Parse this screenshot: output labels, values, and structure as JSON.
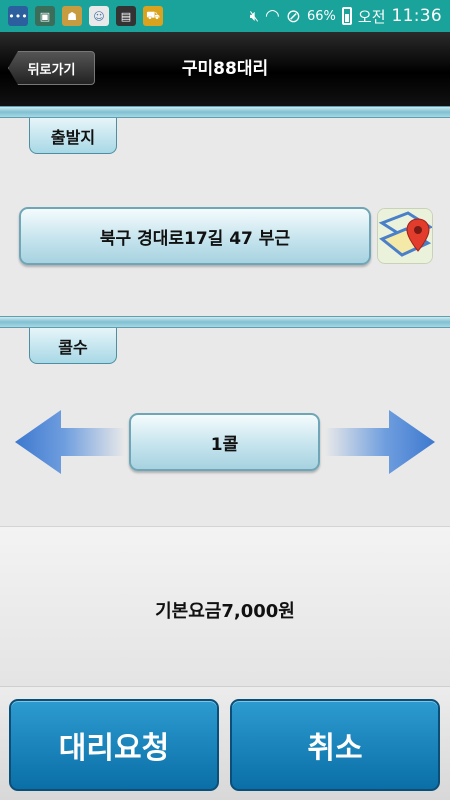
{
  "status_bar": {
    "battery": "66%",
    "am_pm": "오전",
    "time": "11:36",
    "icons": [
      "chat-icon",
      "image-icon",
      "app-icon",
      "baby-icon",
      "app-icon",
      "taxi-icon",
      "mute-icon",
      "wifi-icon",
      "no-sign-icon",
      "battery-icon"
    ]
  },
  "header": {
    "back_label": "뒤로가기",
    "title": "구미88대리"
  },
  "departure": {
    "section_label": "출발지",
    "address": "북구 경대로17길 47 부근"
  },
  "calls": {
    "section_label": "콜수",
    "value": "1콜"
  },
  "fee": {
    "text": "기본요금7,000원"
  },
  "actions": {
    "request_label": "대리요청",
    "cancel_label": "취소"
  },
  "colors": {
    "status_bar": "#1aa39a",
    "primary_button": "#1a86bd",
    "section_bar": "#7fc0d2",
    "arrow_blue": "#3f7bd1"
  }
}
